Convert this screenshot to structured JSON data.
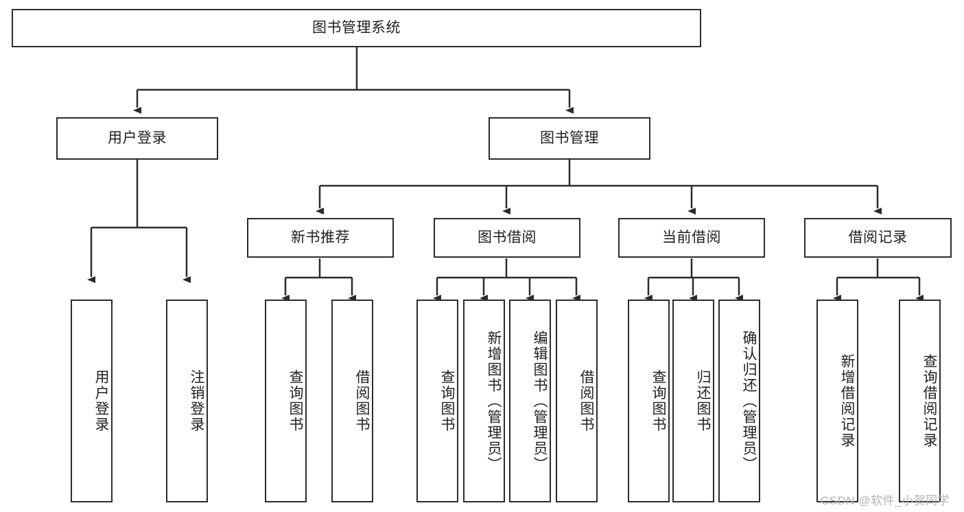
{
  "diagram": {
    "title": "图书管理系统",
    "type": "tree-hierarchy-chart",
    "watermark": "CSDN @软件_小贺同学",
    "colors": {
      "stroke": "#2b2b2b",
      "fill": "#ffffff",
      "text": "#1f1f1f",
      "watermark": "#b3b3b3"
    },
    "nodes": {
      "root": {
        "label": "图书管理系统"
      },
      "level2": [
        {
          "id": "user-login",
          "label": "用户登录"
        },
        {
          "id": "book-manage",
          "label": "图书管理"
        }
      ],
      "level3": [
        {
          "id": "new-book-rec",
          "label": "新书推荐"
        },
        {
          "id": "book-borrow",
          "label": "图书借阅"
        },
        {
          "id": "current-borrow",
          "label": "当前借阅"
        },
        {
          "id": "borrow-record",
          "label": "借阅记录"
        }
      ],
      "leaves": {
        "user_login": [
          {
            "id": "leaf-user-login",
            "label": "用户登录"
          },
          {
            "id": "leaf-logout-login",
            "label": "注销登录"
          }
        ],
        "new_book_rec": [
          {
            "id": "leaf-query-book-1",
            "label": "查询图书"
          },
          {
            "id": "leaf-borrow-book-1",
            "label": "借阅图书"
          }
        ],
        "book_borrow": [
          {
            "id": "leaf-query-book-2",
            "label": "查询图书"
          },
          {
            "id": "leaf-add-book",
            "label": "新增图书（管理员）"
          },
          {
            "id": "leaf-edit-book",
            "label": "编辑图书（管理员）"
          },
          {
            "id": "leaf-borrow-book-2",
            "label": "借阅图书"
          }
        ],
        "current_borrow": [
          {
            "id": "leaf-query-book-3",
            "label": "查询图书"
          },
          {
            "id": "leaf-return-book",
            "label": "归还图书"
          },
          {
            "id": "leaf-confirm-return",
            "label": "确认归还（管理员）"
          }
        ],
        "borrow_record": [
          {
            "id": "leaf-add-record",
            "label": "新增借阅记录"
          },
          {
            "id": "leaf-query-record",
            "label": "查询借阅记录"
          }
        ]
      }
    }
  }
}
